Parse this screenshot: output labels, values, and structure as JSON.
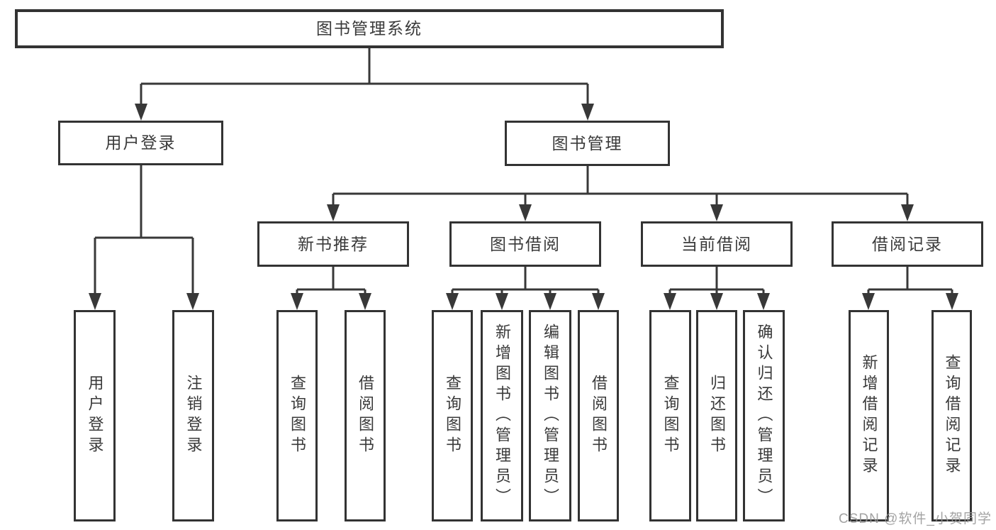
{
  "tree": {
    "root": {
      "label": "图书管理系统",
      "children": [
        {
          "label": "用户登录",
          "children": [
            {
              "label": "用户登录"
            },
            {
              "label": "注销登录"
            }
          ]
        },
        {
          "label": "图书管理",
          "children": [
            {
              "label": "新书推荐",
              "children": [
                {
                  "label": "查询图书"
                },
                {
                  "label": "借阅图书"
                }
              ]
            },
            {
              "label": "图书借阅",
              "children": [
                {
                  "label": "查询图书"
                },
                {
                  "label": "新增图书（管理员）"
                },
                {
                  "label": "编辑图书（管理员）"
                },
                {
                  "label": "借阅图书"
                }
              ]
            },
            {
              "label": "当前借阅",
              "children": [
                {
                  "label": "查询图书"
                },
                {
                  "label": "归还图书"
                },
                {
                  "label": "确认归还（管理员）"
                }
              ]
            },
            {
              "label": "借阅记录",
              "children": [
                {
                  "label": "新增借阅记录"
                },
                {
                  "label": "查询借阅记录"
                }
              ]
            }
          ]
        }
      ]
    }
  },
  "watermark": "CSDN @软件_小贺同学",
  "colors": {
    "line": "#383838",
    "border": "#333333",
    "text": "#3a3a3a",
    "watermark": "#969696",
    "background": "#ffffff"
  }
}
